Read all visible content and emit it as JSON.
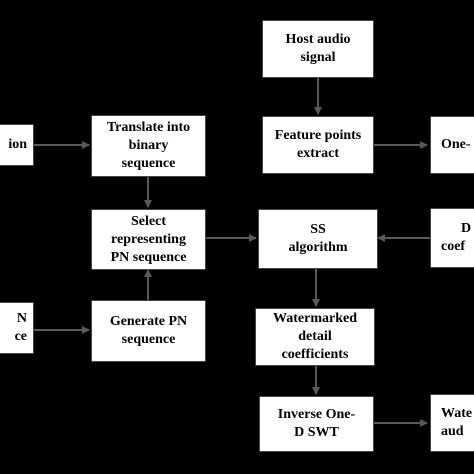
{
  "colors": {
    "background": "#000000",
    "box_fill": "#ffffff",
    "box_border": "#444444",
    "arrow": "#595959",
    "text": "#000000"
  },
  "nodes": {
    "host_audio": {
      "lines": [
        "Host audio",
        "signal"
      ]
    },
    "watermark_info": {
      "lines": [
        "ion"
      ]
    },
    "translate_binary": {
      "lines": [
        "Translate into",
        "binary",
        "sequence"
      ]
    },
    "feature_points": {
      "lines": [
        "Feature points",
        "extract"
      ]
    },
    "one_d_swt": {
      "lines": [
        "One-"
      ]
    },
    "select_pn": {
      "lines": [
        "Select",
        "representing",
        "PN sequence"
      ]
    },
    "ss_algorithm": {
      "lines": [
        "SS",
        "algorithm"
      ]
    },
    "detail_coef": {
      "lines": [
        "D",
        "coef"
      ]
    },
    "pn_key": {
      "lines": [
        "N",
        "ce"
      ]
    },
    "generate_pn": {
      "lines": [
        "Generate PN",
        "sequence"
      ]
    },
    "watermarked_detail": {
      "lines": [
        "Watermarked",
        "detail",
        "coefficients"
      ]
    },
    "inverse_swt": {
      "lines": [
        "Inverse One-",
        "D SWT"
      ]
    },
    "watermarked_audio": {
      "lines": [
        "Wate",
        "aud"
      ]
    }
  }
}
